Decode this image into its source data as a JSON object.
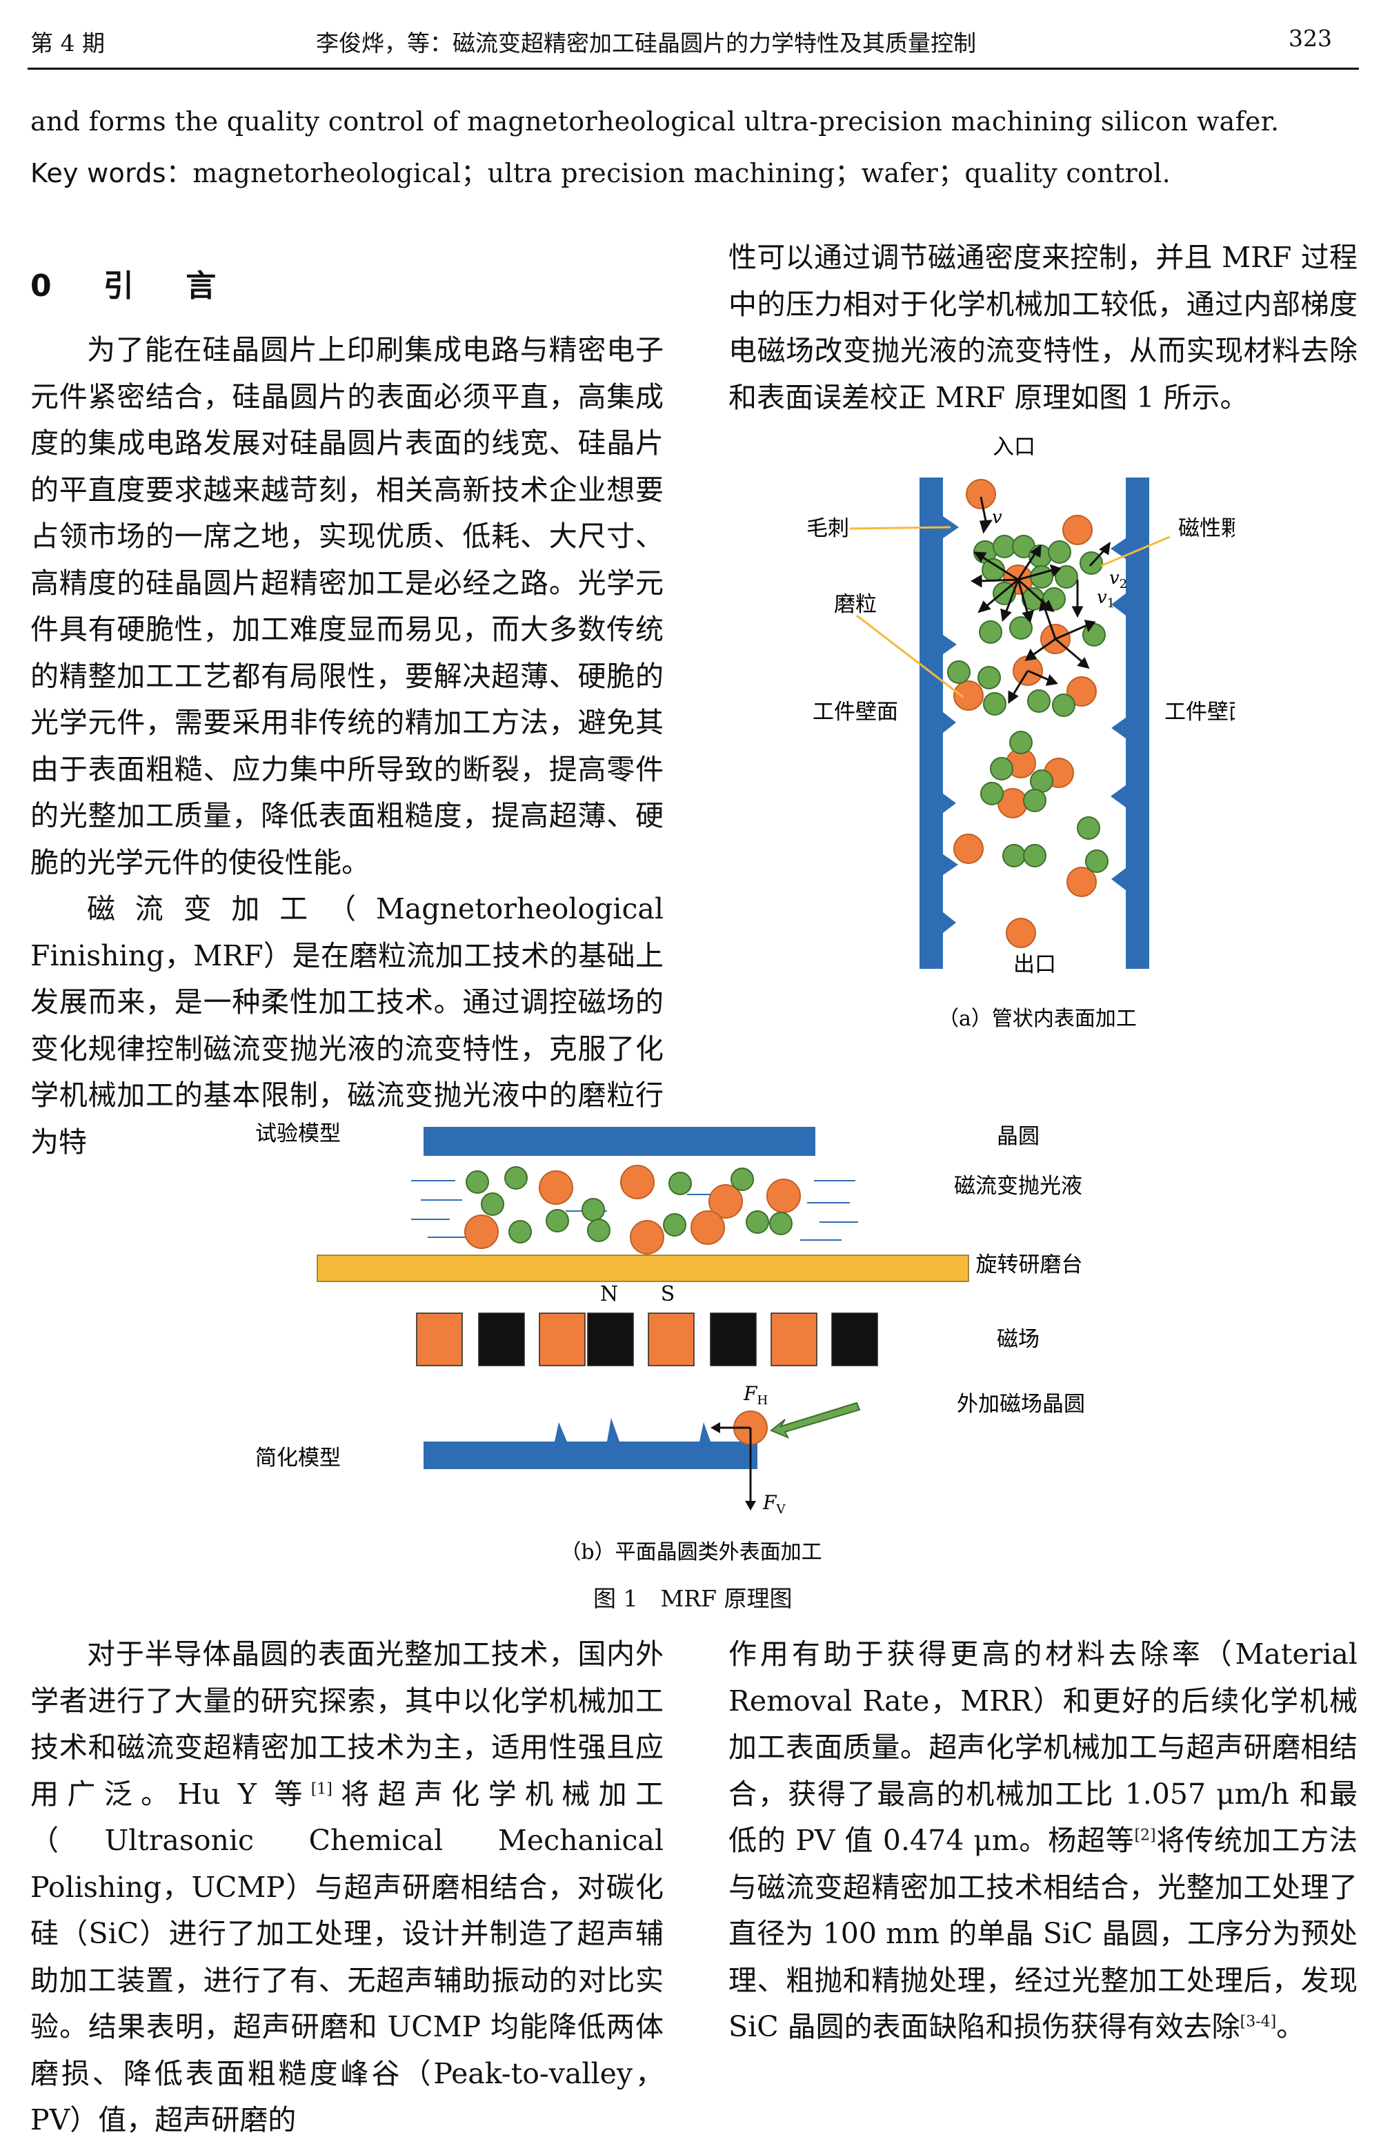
{
  "header": {
    "issue": "第 4 期",
    "running_title": "李俊烨，等：磁流变超精密加工硅晶圆片的力学特性及其质量控制",
    "page_number": "323"
  },
  "abstract": {
    "tail": "and forms the quality control of magnetorheological ultra-precision machining silicon wafer.",
    "keywords_label": "Key words：",
    "keywords": "magnetorheological；ultra precision machining；wafer；quality control."
  },
  "section": {
    "title": "0 引 言"
  },
  "left_col": {
    "p1": "为了能在硅晶圆片上印刷集成电路与精密电子元件紧密结合，硅晶圆片的表面必须平直，高集成度的集成电路发展对硅晶圆片表面的线宽、硅晶片的平直度要求越来越苛刻，相关高新技术企业想要占领市场的一席之地，实现优质、低耗、大尺寸、高精度的硅晶圆片超精密加工是必经之路。光学元件具有硬脆性，加工难度显而易见，而大多数传统的精整加工工艺都有局限性，要解决超薄、硬脆的光学元件，需要采用非传统的精加工方法，避免其由于表面粗糙、应力集中所导致的断裂，提高零件的光整加工质量，降低表面粗糙度，提高超薄、硬脆的光学元件的使役性能。",
    "p2": "磁流变加工（Magnetorheological Finishing，MRF）是在磨粒流加工技术的基础上发展而来，是一种柔性加工技术。通过调控磁场的变化规律控制磁流变抛光液的流变特性，克服了化学机械加工的基本限制，磁流变抛光液中的磨粒行为特"
  },
  "right_col": {
    "p1": "性可以通过调节磁通密度来控制，并且 MRF 过程中的压力相对于化学机械加工较低，通过内部梯度电磁场改变抛光液的流变特性，从而实现材料去除和表面误差校正 MRF 原理如图 1 所示。"
  },
  "figure_a": {
    "inlet": "入口",
    "outlet": "出口",
    "burr": "毛刺",
    "abrasive": "磨粒",
    "magnetic_particle": "磁性颗粒",
    "wall_left": "工件壁面",
    "wall_right": "工件壁面",
    "v": "v",
    "v1": "v",
    "v1_sub": "1",
    "v2": "v",
    "v2_sub": "2",
    "caption": "（a）管状内表面加工"
  },
  "figure_b": {
    "test_model": "试验模型",
    "wafer": "晶圆",
    "fluid": "磁流变抛光液",
    "table": "旋转研磨台",
    "magnet_n": "N",
    "magnet_s": "S",
    "field": "磁场",
    "simple_model": "简化模型",
    "external_wafer": "外加磁场晶圆",
    "fh": "F",
    "fh_sub": "H",
    "fv": "F",
    "fv_sub": "V",
    "caption": "（b）平面晶圆类外表面加工"
  },
  "figure": {
    "title": "图 1　MRF 原理图"
  },
  "bottom_left": {
    "t1": "对于半导体晶圆的表面光整加工技术，国内外学者进行了大量的研究探索，其中以化学机械加工技术和磁流变超精密加工技术为主，适用性强且应用广泛。Hu Y 等",
    "ref1": "[1]",
    "t2": "将超声化学机械加工（Ultrasonic Chemical Mechanical Polishing，UCMP）与超声研磨相结合，对碳化硅（SiC）进行了加工处理，设计并制造了超声辅助加工装置，进行了有、无超声辅助振动的对比实验。结果表明，超声研磨和 UCMP 均能降低两体磨损、降低表面粗糙度峰谷（Peak-to-valley，PV）值，超声研磨的"
  },
  "bottom_right": {
    "t1": "作用有助于获得更高的材料去除率（Material Removal Rate，MRR）和更好的后续化学机械加工表面质量。超声化学机械加工与超声研磨相结合，获得了最高的机械加工比 1.057 μm/h 和最低的 PV 值 0.474 μm。杨超等",
    "ref2": "[2]",
    "t2": "将传统加工方法与磁流变超精密加工技术相结合，光整加工处理了直径为 100 mm 的单晶 SiC 晶圆，工序分为预处理、粗抛和精抛处理，经过光整加工处理后，发现 SiC 晶圆的表面缺陷和损伤获得有效去除",
    "ref3": "[3-4]",
    "t3": "。"
  },
  "colors": {
    "blue": "#2e6db4",
    "orange": "#ef7e3c",
    "green": "#6aa84f",
    "yellow": "#f6b93b",
    "black": "#111111"
  }
}
